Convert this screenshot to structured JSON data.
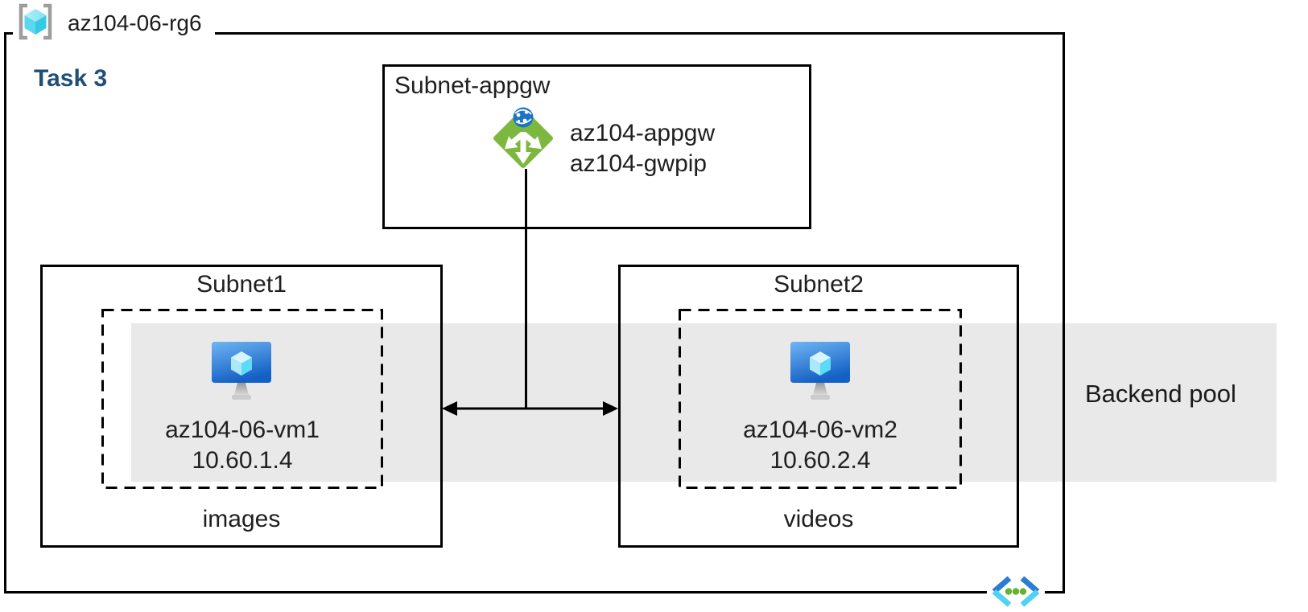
{
  "resource_group": {
    "name": "az104-06-rg6"
  },
  "task": {
    "label": "Task 3"
  },
  "appgw_subnet": {
    "title": "Subnet-appgw",
    "gateway_name": "az104-appgw",
    "gateway_public_ip": "az104-gwpip"
  },
  "subnet1": {
    "title": "Subnet1",
    "vm_name": "az104-06-vm1",
    "vm_ip": "10.60.1.4",
    "pool_name": "images"
  },
  "subnet2": {
    "title": "Subnet2",
    "vm_name": "az104-06-vm2",
    "vm_ip": "10.60.2.4",
    "pool_name": "videos"
  },
  "backend_pool": {
    "label": "Backend pool"
  },
  "icons": {
    "resource_group": "resource-group-icon",
    "application_gateway": "application-gateway-icon",
    "virtual_machine": "virtual-machine-icon",
    "virtual_network": "virtual-network-icon"
  },
  "colors": {
    "task_text": "#1F4E79",
    "backend_band": "#E9E9E9",
    "box_border": "#000000",
    "appgw_green": "#7CB83F",
    "globe_blue": "#1B74C5",
    "vm_screen_top": "#6FB5F4",
    "vm_screen_bottom": "#1460C4",
    "cube_cyan": "#50E6FF",
    "vnet_dark_blue": "#2B7CD3",
    "vnet_cyan": "#50D2F0",
    "vnet_dot_green": "#63B32E",
    "bracket_gray": "#9D9D9D"
  }
}
